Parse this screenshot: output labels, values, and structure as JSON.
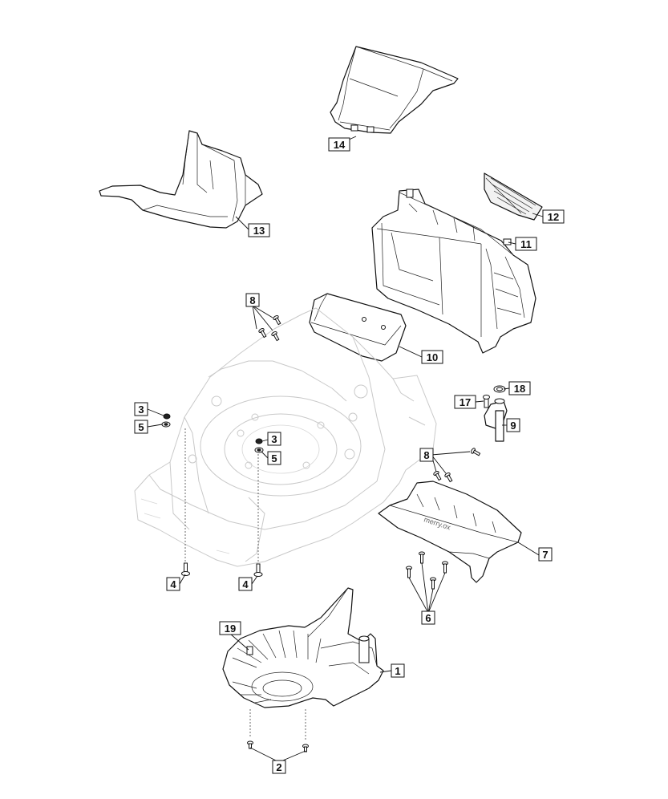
{
  "labels": {
    "l1": "1",
    "l2": "2",
    "l3": "3",
    "l4": "4",
    "l5": "5",
    "l6": "6",
    "l7": "7",
    "l8": "8",
    "l9": "9",
    "l10": "10",
    "l11": "11",
    "l12": "12",
    "l13": "13",
    "l14": "14",
    "l17": "17",
    "l18": "18",
    "l19": "19"
  },
  "plate_text": "merry.ox"
}
